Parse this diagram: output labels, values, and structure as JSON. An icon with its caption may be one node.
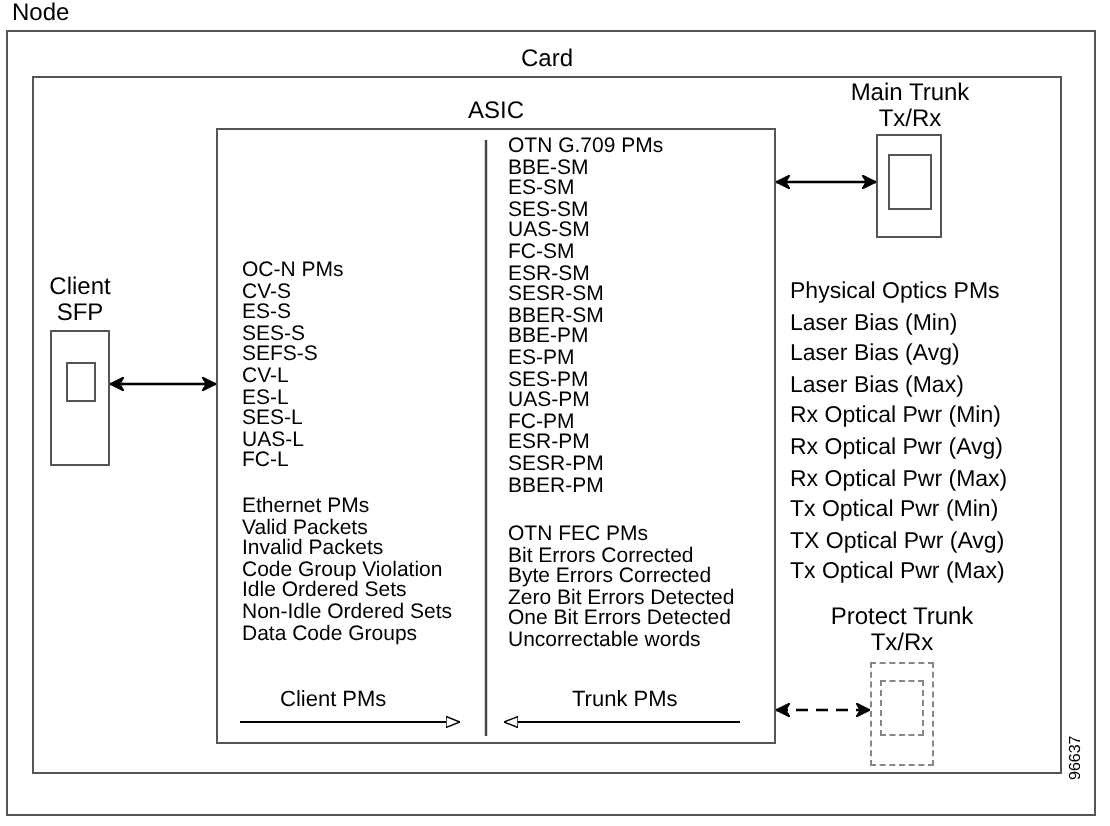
{
  "diagram": {
    "nodes": [
      {
        "text": [
          "Node"
        ]
      },
      {
        "text": [
          "Card"
        ],
        "in": 0
      },
      {
        "text": [
          "ASIC"
        ],
        "in": 1
      },
      {
        "text": [
          "Client SFP"
        ],
        "in": 1
      },
      {
        "text": [
          "Main Trunk Tx/Rx"
        ],
        "in": 1
      },
      {
        "text": [
          "Protect Trunk Tx/Rx"
        ],
        "in": 1
      }
    ],
    "edges": [
      {
        "from": 3,
        "to": 2,
        "arrow": "both"
      },
      {
        "from": 2,
        "to": 4,
        "arrow": "both"
      },
      {
        "from": 2,
        "to": 5,
        "arrow": "both",
        "style": "dashed"
      }
    ],
    "labels": [
      "OC-N PMs",
      "CV-S",
      "ES-S",
      "SES-S",
      "SEFS-S",
      "CV-L",
      "ES-L",
      "SES-L",
      "UAS-L",
      "FC-L",
      "Ethernet PMs",
      "Valid Packets",
      "Invalid Packets",
      "Code Group Violation",
      "Idle Ordered Sets",
      "Non-Idle Ordered Sets",
      "Data Code Groups",
      "OTN G.709 PMs",
      "BBE-SM",
      "ES-SM",
      "SES-SM",
      "UAS-SM",
      "FC-SM",
      "ESR-SM",
      "SESR-SM",
      "BBER-SM",
      "BBE-PM",
      "ES-PM",
      "SES-PM",
      "UAS-PM",
      "FC-PM",
      "ESR-PM",
      "SESR-PM",
      "BBER-PM",
      "OTN FEC PMs",
      "Bit Errors Corrected",
      "Byte Errors Corrected",
      "Zero Bit Errors Detected",
      "One Bit Errors Detected",
      "Uncorrectable words",
      "Client PMs",
      "Trunk PMs",
      "Physical Optics PMs",
      "Laser Bias (Min)",
      "Laser Bias (Avg)",
      "Laser Bias (Max)",
      "Rx Optical Pwr (Min)",
      "Rx Optical Pwr (Avg)",
      "Rx Optical Pwr (Max)",
      "Tx Optical Pwr (Min)",
      "TX Optical Pwr (Avg)",
      "Tx Optical Pwr (Max)",
      "96637"
    ]
  }
}
